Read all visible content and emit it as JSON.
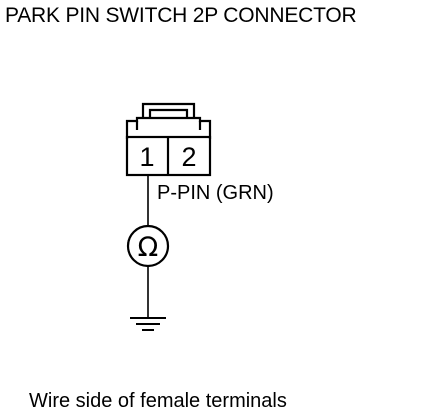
{
  "title": "PARK PIN SWITCH 2P CONNECTOR",
  "connector": {
    "pins": [
      "1",
      "2"
    ]
  },
  "wire_label": "P-PIN (GRN)",
  "meter_symbol": "Ω",
  "caption": "Wire side of female terminals",
  "icons": {
    "meter": "ohmmeter-icon",
    "ground": "ground-icon"
  }
}
